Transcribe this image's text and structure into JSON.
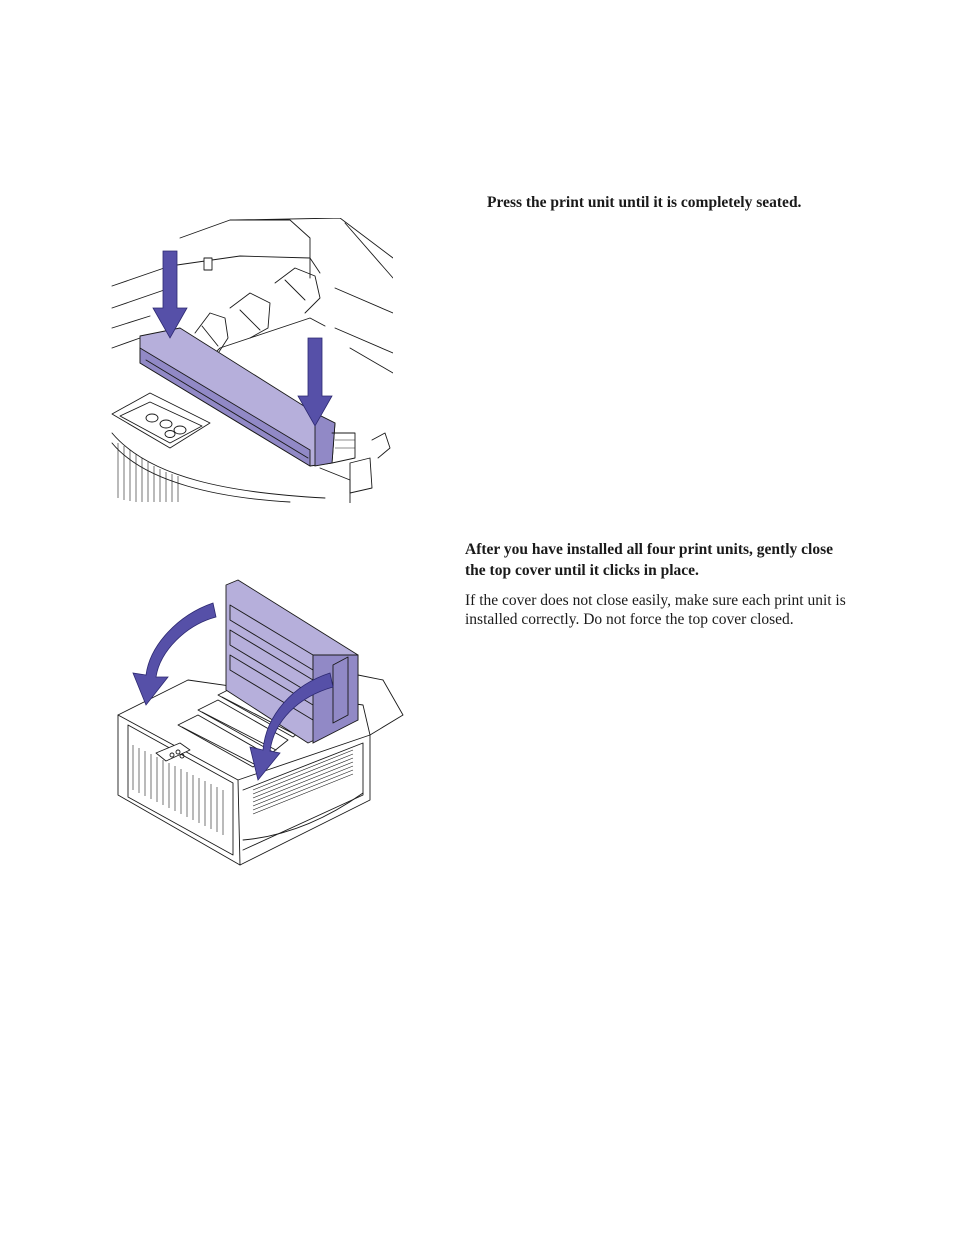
{
  "steps": [
    {
      "instruction": "Press the print unit until it is completely seated."
    },
    {
      "instruction": "After you have installed all four print units, gently close the top cover until it clicks in place.",
      "note": "If the cover does not close easily, make sure each print unit is installed correctly. Do not force the top cover closed."
    }
  ],
  "figures": {
    "arrow_color": "#5650a8",
    "print_unit_color": "#b6afdb"
  }
}
